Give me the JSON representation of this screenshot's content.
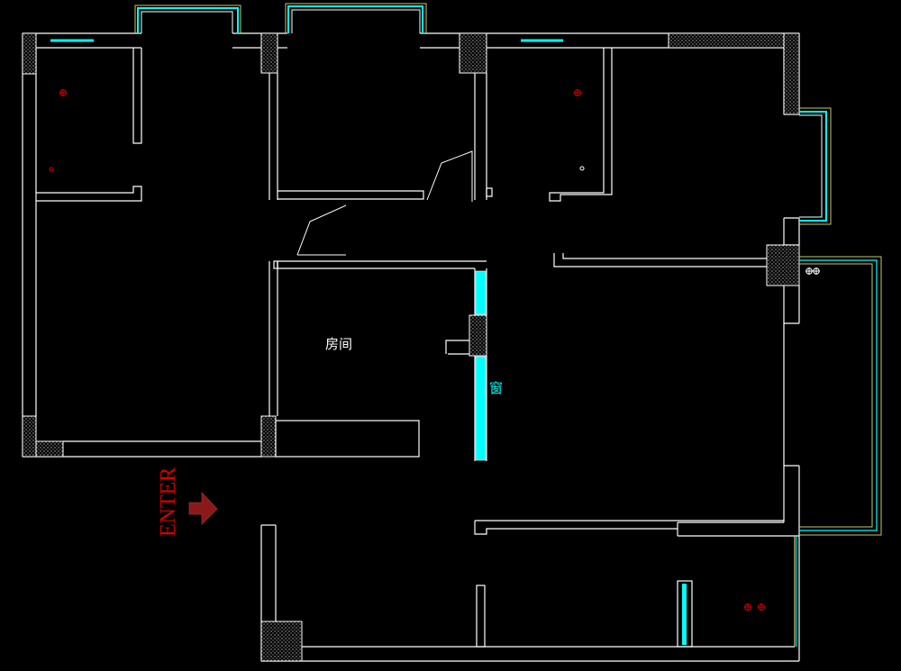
{
  "labels": {
    "room": "房间",
    "window": "窗",
    "enter": "ENTER"
  },
  "colors": {
    "background": "#000000",
    "wall": "#ffffff",
    "window": "#00ffff",
    "window_frame": "#c8c864",
    "marker": "#d40000",
    "enter_arrow": "#8a1a1a",
    "hatch": "#bdbdbd"
  },
  "icons": {
    "fixture_markers": "socket-marker-icon",
    "entry_arrow": "arrow-right-icon"
  }
}
